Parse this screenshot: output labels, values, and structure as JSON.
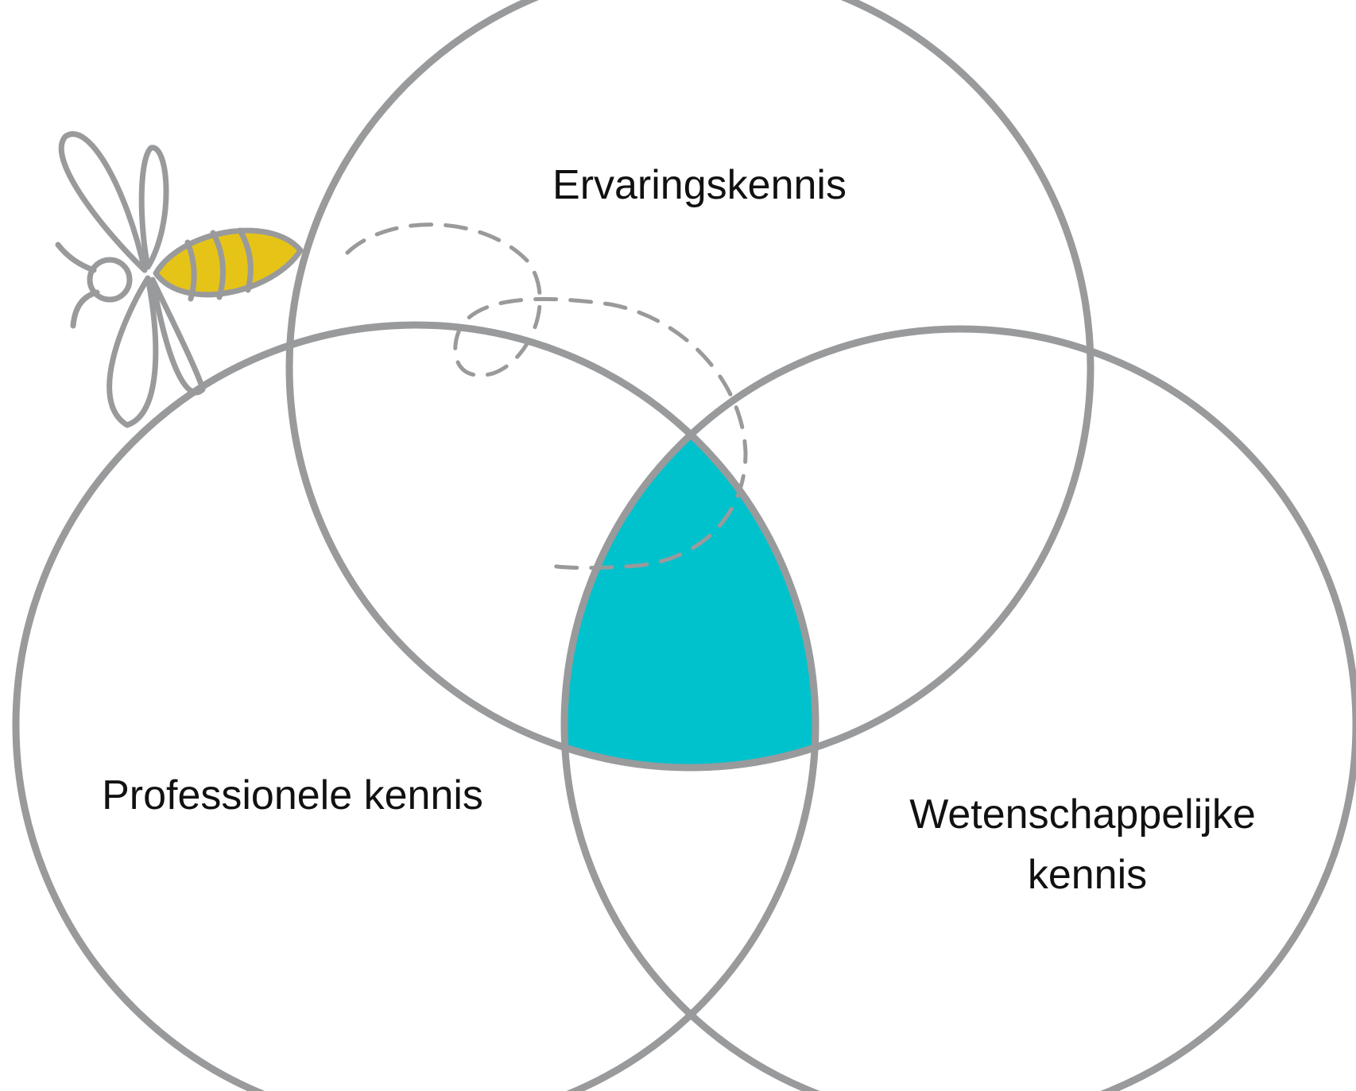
{
  "circles": [
    {
      "id": "top",
      "label": "Ervaringskennis"
    },
    {
      "id": "left",
      "label": "Professionele kennis"
    },
    {
      "id": "right",
      "label_lines": [
        "Wetenschappelijke",
        "kennis"
      ]
    }
  ],
  "colors": {
    "outline": "#999a9c",
    "intersection_fill": "#00c2cc",
    "bee_body": "#e6c417",
    "bee_outline": "#999a9c",
    "text": "#111111"
  },
  "icons": {
    "bee": "bee-icon"
  }
}
